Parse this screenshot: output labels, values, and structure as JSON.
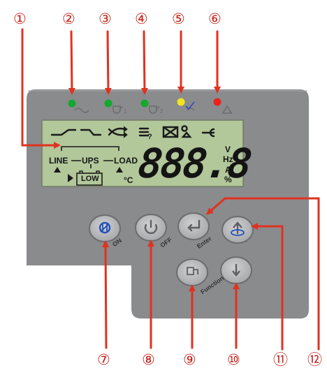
{
  "callouts": [
    "①",
    "②",
    "③",
    "④",
    "⑤",
    "⑥",
    "⑦",
    "⑧",
    "⑨",
    "⑩",
    "⑪",
    "⑫"
  ],
  "lcd": {
    "line": "LINE",
    "ups": "UPS",
    "load": "LOAD",
    "low": "LOW",
    "digits": "888.8",
    "celsius": "°C",
    "unit_v": "V",
    "unit_hz": "Hz",
    "unit_a": "A",
    "unit_pct": "%"
  },
  "buttons": {
    "on": "ON",
    "off": "OFF",
    "enter": "Enter",
    "function": "Function"
  },
  "led_colors": {
    "green": "#14a82d",
    "yellow": "#f3e41e",
    "red": "#e8231c"
  },
  "panel_colors": {
    "body": "#8a8b8d",
    "lcd": "#b2c79a",
    "callout": "#c4231b",
    "arrow": "#e0321f"
  }
}
